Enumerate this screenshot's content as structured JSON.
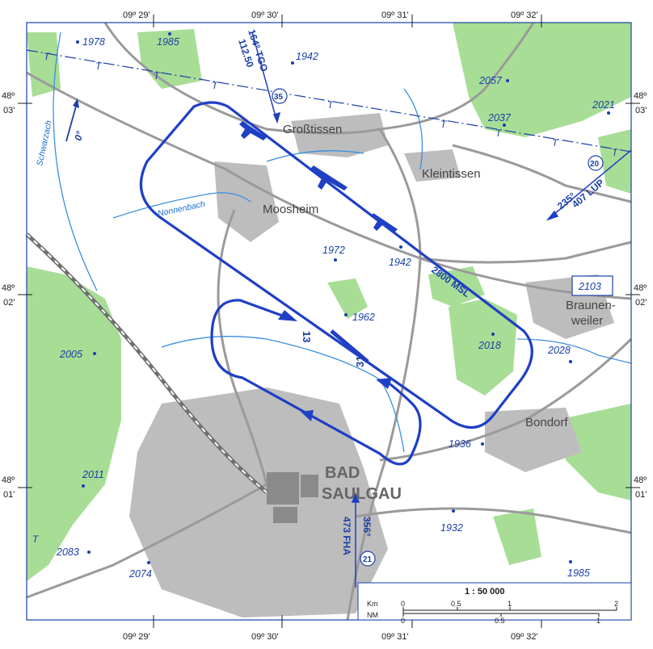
{
  "colors": {
    "route": "#1f3fc4",
    "label_blue": "#1a3fa8",
    "forest": "#a8dd96",
    "road": "#9a9a9a",
    "town": "#bdbdbd",
    "water": "#3a8fe0",
    "frame": "#1a3fa8"
  },
  "coords": {
    "top": [
      "09º 29'",
      "09º 30'",
      "09º 31'",
      "09º 32'"
    ],
    "bottom": [
      "09º 29'",
      "09º 30'",
      "09º 31'",
      "09º 32'"
    ],
    "left": [
      {
        "deg": "48º",
        "min": "03'"
      },
      {
        "deg": "48º",
        "min": "02'"
      },
      {
        "deg": "48º",
        "min": "01'"
      }
    ],
    "right": [
      {
        "deg": "48º",
        "min": "03'"
      },
      {
        "deg": "48º",
        "min": "02'"
      },
      {
        "deg": "48º",
        "min": "01'"
      }
    ]
  },
  "elevations": [
    "1978",
    "1985",
    "1942",
    "2057",
    "2037",
    "2021",
    "1972",
    "1942",
    "1962",
    "2018",
    "2028",
    "2005",
    "2011",
    "2083",
    "2074",
    "1936",
    "1932",
    "1985"
  ],
  "highlight_elevation": "2103",
  "towns": {
    "grosstissen": "Großtissen",
    "kleintissen": "Kleintissen",
    "moosheim": "Moosheim",
    "braunen": "Braunen-",
    "weiler": "weiler",
    "bondorf": "Bondorf",
    "bad": "BAD",
    "saulgau": "SAULGAU"
  },
  "rivers": {
    "schwarzach": "Schwarzach",
    "nonnenbach": "Nonnenbach"
  },
  "runway": {
    "rwy13": "13",
    "rwy31": "31"
  },
  "circuit_altitude": "2800 MSL",
  "north_label": "0°",
  "nav": {
    "tgo_top": "164° TGO",
    "tgo_bottom": "112.50",
    "tgo_dist": "35",
    "lup_top": "235°",
    "lup_bottom": "407 LUP",
    "lup_dist": "20",
    "fha_top": "356°",
    "fha_bottom": "473 FHA",
    "fha_dist": "21"
  },
  "power_line_marker": "T",
  "scale": {
    "title": "1 : 50 000",
    "km_label": "Km",
    "nm_label": "NM",
    "km_ticks": [
      "0",
      "0.5",
      "1",
      "2"
    ],
    "nm_ticks": [
      "0",
      "0.5",
      "1"
    ]
  }
}
